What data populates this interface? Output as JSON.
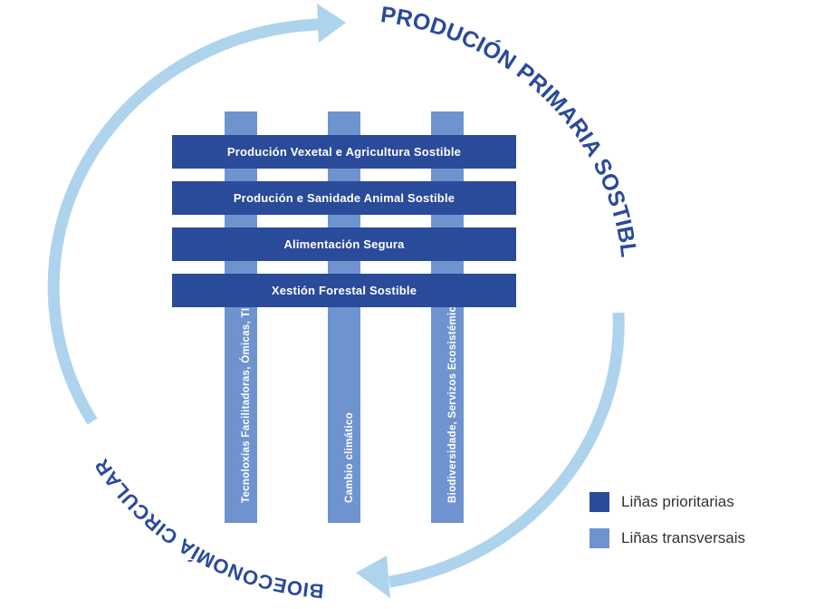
{
  "diagram": {
    "top_arc_label": "PRODUCIÓN PRIMARIA SOSTIBLE",
    "bottom_arc_label": "BIOECONOMÍA CIRCULAR",
    "priority_lines": [
      "Produción Vexetal e Agricultura Sostible",
      "Produción e Sanidade Animal Sostible",
      "Alimentación Segura",
      "Xestión Forestal Sostible"
    ],
    "transversal_lines": [
      "Tecnoloxías Facilitadoras, Ómicas, TICs",
      "Cambio climático",
      "Biodiversidade, Servizos Ecosistémicos"
    ]
  },
  "legend": {
    "priority_label": "Liñas prioritarias",
    "transversal_label": "Liñas transversais"
  },
  "colors": {
    "priority": "#2a4a9a",
    "transversal": "#6f93cf",
    "arrow": "#aed3ec",
    "arc_text": "#2a4a9a"
  }
}
